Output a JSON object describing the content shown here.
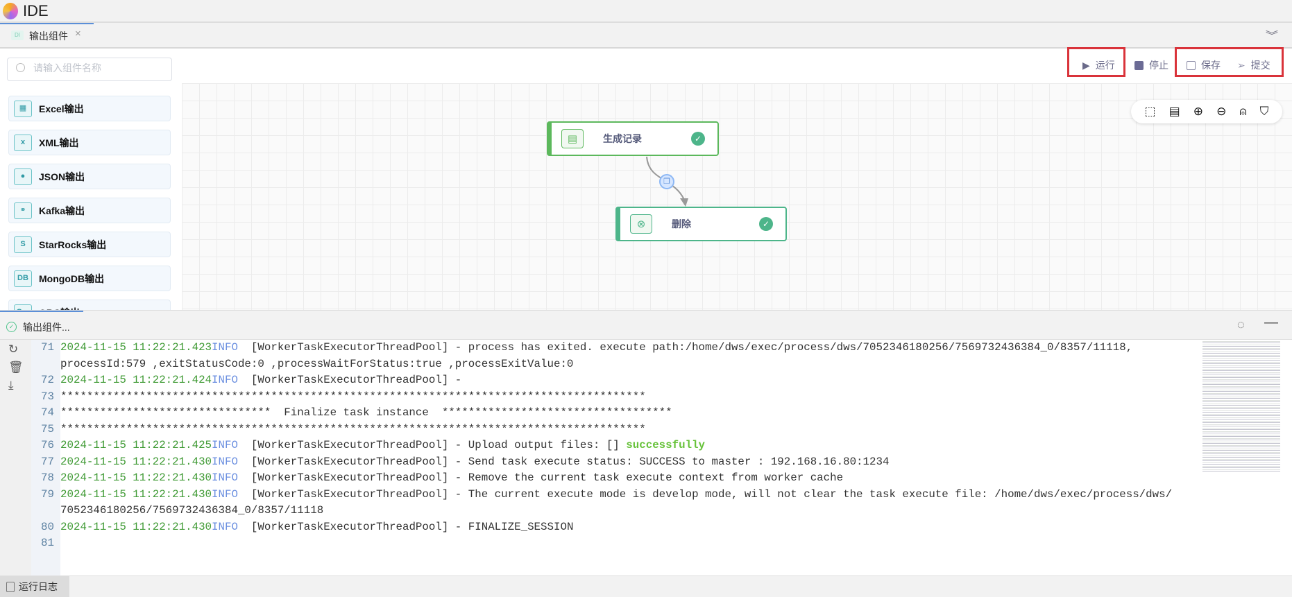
{
  "app": {
    "title": "IDE"
  },
  "tab": {
    "badge": "DI",
    "label": "输出组件",
    "close": "×"
  },
  "toolbar": {
    "run": "运行",
    "stop": "停止",
    "save": "保存",
    "submit": "提交"
  },
  "search": {
    "placeholder": "请输入组件名称",
    "value": ""
  },
  "sidebar": {
    "items": [
      {
        "label": "Excel输出",
        "icon": "▦"
      },
      {
        "label": "XML输出",
        "icon": "x"
      },
      {
        "label": "JSON输出",
        "icon": "●"
      },
      {
        "label": "Kafka输出",
        "icon": "⚭"
      },
      {
        "label": "StarRocks输出",
        "icon": "S"
      },
      {
        "label": "MongoDB输出",
        "icon": "DB"
      },
      {
        "label": "ORC输出",
        "icon": "Orc"
      }
    ]
  },
  "canvas": {
    "nodes": [
      {
        "label": "生成记录",
        "status": "success",
        "accent": "#5cb85c"
      },
      {
        "label": "删除",
        "status": "success",
        "accent": "#4db58a"
      }
    ]
  },
  "log_panel": {
    "title": "输出组件...",
    "status_tab": "运行日志",
    "lines": [
      {
        "num": "71",
        "ts": "2024-11-15 11:22:21.423",
        "lv": "INFO",
        "msg": "  [WorkerTaskExecutorThreadPool] - process has exited. execute path:/home/dws/exec/process/dws/7052346180256/7569732436384_0/8357/11118,"
      },
      {
        "num": "",
        "ts": "",
        "lv": "",
        "msg": "processId:579 ,exitStatusCode:0 ,processWaitForStatus:true ,processExitValue:0"
      },
      {
        "num": "72",
        "ts": "2024-11-15 11:22:21.424",
        "lv": "INFO",
        "msg": "  [WorkerTaskExecutorThreadPool] -"
      },
      {
        "num": "73",
        "ts": "",
        "lv": "",
        "msg": "*****************************************************************************************"
      },
      {
        "num": "74",
        "ts": "",
        "lv": "",
        "msg": "********************************  Finalize task instance  ***********************************"
      },
      {
        "num": "75",
        "ts": "",
        "lv": "",
        "msg": "*****************************************************************************************"
      },
      {
        "num": "76",
        "ts": "2024-11-15 11:22:21.425",
        "lv": "INFO",
        "msg": "  [WorkerTaskExecutorThreadPool] - Upload output files: [] ",
        "hl": "successfully"
      },
      {
        "num": "77",
        "ts": "2024-11-15 11:22:21.430",
        "lv": "INFO",
        "msg": "  [WorkerTaskExecutorThreadPool] - Send task execute status: SUCCESS to master : 192.168.16.80:1234"
      },
      {
        "num": "78",
        "ts": "2024-11-15 11:22:21.430",
        "lv": "INFO",
        "msg": "  [WorkerTaskExecutorThreadPool] - Remove the current task execute context from worker cache"
      },
      {
        "num": "79",
        "ts": "2024-11-15 11:22:21.430",
        "lv": "INFO",
        "msg": "  [WorkerTaskExecutorThreadPool] - The current execute mode is develop mode, will not clear the task execute file: /home/dws/exec/process/dws/"
      },
      {
        "num": "",
        "ts": "",
        "lv": "",
        "msg": "7052346180256/7569732436384_0/8357/11118"
      },
      {
        "num": "80",
        "ts": "2024-11-15 11:22:21.430",
        "lv": "INFO",
        "msg": "  [WorkerTaskExecutorThreadPool] - FINALIZE_SESSION"
      },
      {
        "num": "81",
        "ts": "",
        "lv": "",
        "msg": ""
      }
    ]
  },
  "colors": {
    "accent": "#5b8fd8",
    "highlight_box": "#d9333a",
    "timestamp": "#3f9a34",
    "info": "#6b8fe0",
    "success": "#4db58a"
  }
}
